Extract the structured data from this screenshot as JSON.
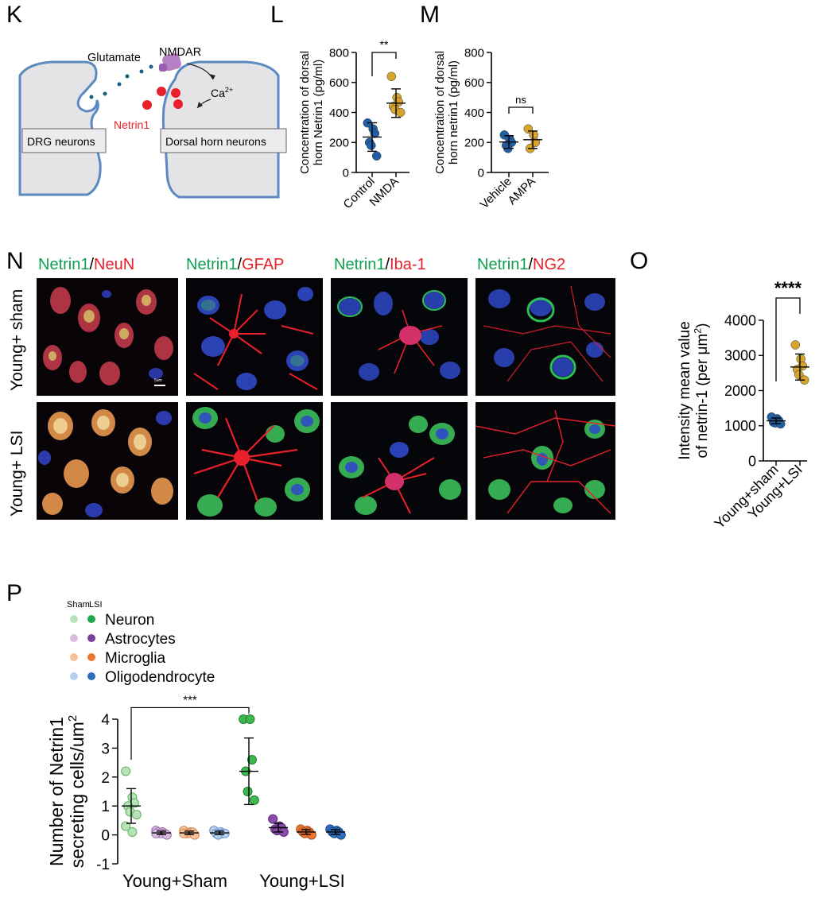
{
  "panels": {
    "K": "K",
    "L": "L",
    "M": "M",
    "N": "N",
    "O": "O",
    "P": "P"
  },
  "schematic": {
    "glutamate": "Glutamate",
    "nmdar": "NMDAR",
    "ca": "Ca",
    "ca_sup": "2+",
    "netrin1": "Netrin1",
    "drg": "DRG neurons",
    "dorsal": "Dorsal horn neurons"
  },
  "colors": {
    "blue": "#1f5fa6",
    "gold": "#d7a52c",
    "green": "#1ea84a",
    "red": "#e8202a"
  },
  "chart_data": [
    {
      "id": "L",
      "type": "scatter",
      "ylabel": "Concentration of dorsal horn Netrin1 (pg/ml)",
      "ylabel_lines": [
        "Concentration of dorsal",
        "horn Netrin1 (pg/ml)"
      ],
      "ylim": [
        0,
        800
      ],
      "yticks": [
        "0",
        "200",
        "400",
        "600",
        "800"
      ],
      "categories": [
        "Control",
        "NMDA"
      ],
      "series": [
        {
          "category": "Control",
          "color": "#1f5fa6",
          "values": [
            330,
            290,
            260,
            200,
            180,
            110
          ],
          "mean": 236,
          "sd": 95
        },
        {
          "category": "NMDA",
          "color": "#d7a52c",
          "values": [
            640,
            500,
            470,
            440,
            420,
            400
          ],
          "mean": 462,
          "sd": 95
        }
      ],
      "significance": "**"
    },
    {
      "id": "M",
      "type": "scatter",
      "ylabel": "Concentration of dorsal horn netrin1 (pg/ml)",
      "ylabel_lines": [
        "Concentration of dorsal",
        "horn netrin1 (pg/ml)"
      ],
      "ylim": [
        0,
        800
      ],
      "yticks": [
        "0",
        "200",
        "400",
        "600",
        "800"
      ],
      "categories": [
        "Vehicle",
        "AMPA"
      ],
      "series": [
        {
          "category": "Vehicle",
          "color": "#1f5fa6",
          "values": [
            250,
            220,
            200,
            180,
            160
          ],
          "mean": 203,
          "sd": 42
        },
        {
          "category": "AMPA",
          "color": "#d7a52c",
          "values": [
            290,
            250,
            200,
            160
          ],
          "mean": 218,
          "sd": 58
        }
      ],
      "significance": "ns"
    },
    {
      "id": "O",
      "type": "scatter",
      "ylabel": "Intensity mean value of netrin-1 (per μm2)",
      "ylabel_lines": [
        "Intensity mean value",
        "of netrin-1 (per μm",
        "2",
        ")"
      ],
      "ylim": [
        0,
        4000
      ],
      "yticks": [
        "0",
        "1000",
        "2000",
        "3000",
        "4000"
      ],
      "categories": [
        "Young+sham",
        "Young+LSI"
      ],
      "series": [
        {
          "category": "Young+sham",
          "color": "#1f5fa6",
          "values": [
            1250,
            1200,
            1150,
            1100,
            1080,
            1050
          ],
          "mean": 1140,
          "sd": 80
        },
        {
          "category": "Young+LSI",
          "color": "#d7a52c",
          "values": [
            3300,
            2900,
            2700,
            2600,
            2450,
            2300
          ],
          "mean": 2670,
          "sd": 370
        }
      ],
      "significance": "****"
    },
    {
      "id": "P",
      "type": "scatter",
      "ylabel": "Number of Netrin1 secreting cells/um2",
      "ylabel_lines": [
        "Number of Netrin1",
        "secreting cells/um",
        "2"
      ],
      "ylim": [
        -1,
        4
      ],
      "yticks": [
        "-1",
        "0",
        "1",
        "2",
        "3",
        "4"
      ],
      "group_labels": [
        "Young+Sham",
        "Young+LSI"
      ],
      "legend_header": [
        "Sham",
        "LSI"
      ],
      "legend": [
        {
          "label": "Neuron",
          "sham": "#b8e2b8",
          "lsi": "#1ea84a"
        },
        {
          "label": "Astrocytes",
          "sham": "#d9bde0",
          "lsi": "#7b3f9e"
        },
        {
          "label": "Microglia",
          "sham": "#f6c29a",
          "lsi": "#ea7630"
        },
        {
          "label": "Oligodendrocyte",
          "sham": "#b5cfee",
          "lsi": "#2f6fbe"
        }
      ],
      "series": [
        {
          "name": "Neuron Sham",
          "fill": "#b8e2b8",
          "edge": "#5fb25f",
          "values": [
            2.2,
            1.3,
            1.1,
            1.0,
            0.8,
            0.7,
            0.3,
            0.1
          ],
          "mean": 1.0,
          "sd": 0.6
        },
        {
          "name": "Astrocytes Sham",
          "fill": "#d9bde0",
          "edge": "#9f6fb0",
          "values": [
            0.15,
            0.1,
            0.05,
            0.1,
            0.05,
            0.0,
            0.05
          ],
          "mean": 0.07,
          "sd": 0.06
        },
        {
          "name": "Microglia Sham",
          "fill": "#f6c29a",
          "edge": "#d9894c",
          "values": [
            0.15,
            0.1,
            0.1,
            0.05,
            0.05,
            0.0,
            0.05
          ],
          "mean": 0.07,
          "sd": 0.06
        },
        {
          "name": "Oligodendrocyte Sham",
          "fill": "#b5cfee",
          "edge": "#6a93c9",
          "values": [
            0.15,
            0.1,
            0.05,
            0.05,
            0.0,
            0.05
          ],
          "mean": 0.07,
          "sd": 0.06
        },
        {
          "name": "Neuron LSI",
          "fill": "#3fb84f",
          "edge": "#1a7a2c",
          "values": [
            4.0,
            4.0,
            2.6,
            2.2,
            1.5,
            1.2
          ],
          "mean": 2.2,
          "sd": 1.15
        },
        {
          "name": "Astrocytes LSI",
          "fill": "#8a4bab",
          "edge": "#5a2a7a",
          "values": [
            0.55,
            0.3,
            0.25,
            0.2,
            0.15,
            0.1
          ],
          "mean": 0.25,
          "sd": 0.15
        },
        {
          "name": "Microglia LSI",
          "fill": "#ea7630",
          "edge": "#b0501a",
          "values": [
            0.2,
            0.15,
            0.1,
            0.1,
            0.05,
            0.0
          ],
          "mean": 0.1,
          "sd": 0.08
        },
        {
          "name": "Oligodendrocyte LSI",
          "fill": "#2f6fbe",
          "edge": "#1a4a8a",
          "values": [
            0.2,
            0.15,
            0.1,
            0.1,
            0.05,
            0.0
          ],
          "mean": 0.1,
          "sd": 0.08
        }
      ],
      "significance": "***"
    }
  ],
  "micrographs": {
    "stains": [
      {
        "green": "Netrin1",
        "slash": "/",
        "red": "NeuN"
      },
      {
        "green": "Netrin1",
        "slash": "/",
        "red": "GFAP"
      },
      {
        "green": "Netrin1",
        "slash": "/",
        "red": "Iba-1"
      },
      {
        "green": "Netrin1",
        "slash": "/",
        "red": "NG2"
      }
    ],
    "rows": [
      "Young+ sham",
      "Young+ LSI"
    ],
    "scalebar": "5um"
  }
}
